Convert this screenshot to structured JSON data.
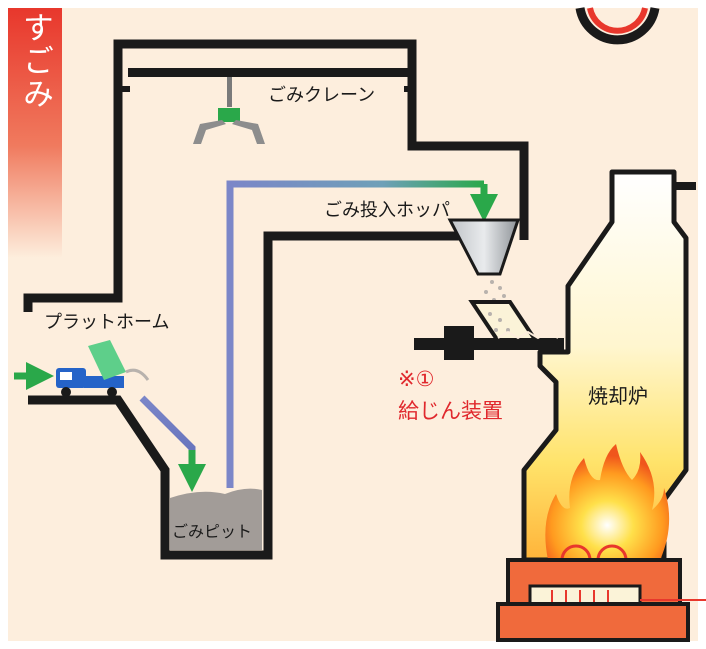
{
  "category_label": "燃やすごみ",
  "labels": {
    "crane": "ごみクレーン",
    "hopper": "ごみ投入ホッパ",
    "platform": "プラットホーム",
    "pit": "ごみピット",
    "feeder_note": "※①",
    "feeder": "給じん装置",
    "incinerator": "焼却炉"
  },
  "colors": {
    "background": "#fdeedd",
    "frame": "#1a1a1a",
    "band_red": "#e8372c",
    "arrow_green": "#2aa84a",
    "chute_blue": "#7b86c8",
    "incinerator_orange": "#f06a3c",
    "label_red": "#e0282d"
  },
  "icons": [
    "truck-icon",
    "crane-grab-icon",
    "fire-icon",
    "rotation-arrows-icon",
    "hopper-icon",
    "feeder-screw-icon"
  ]
}
